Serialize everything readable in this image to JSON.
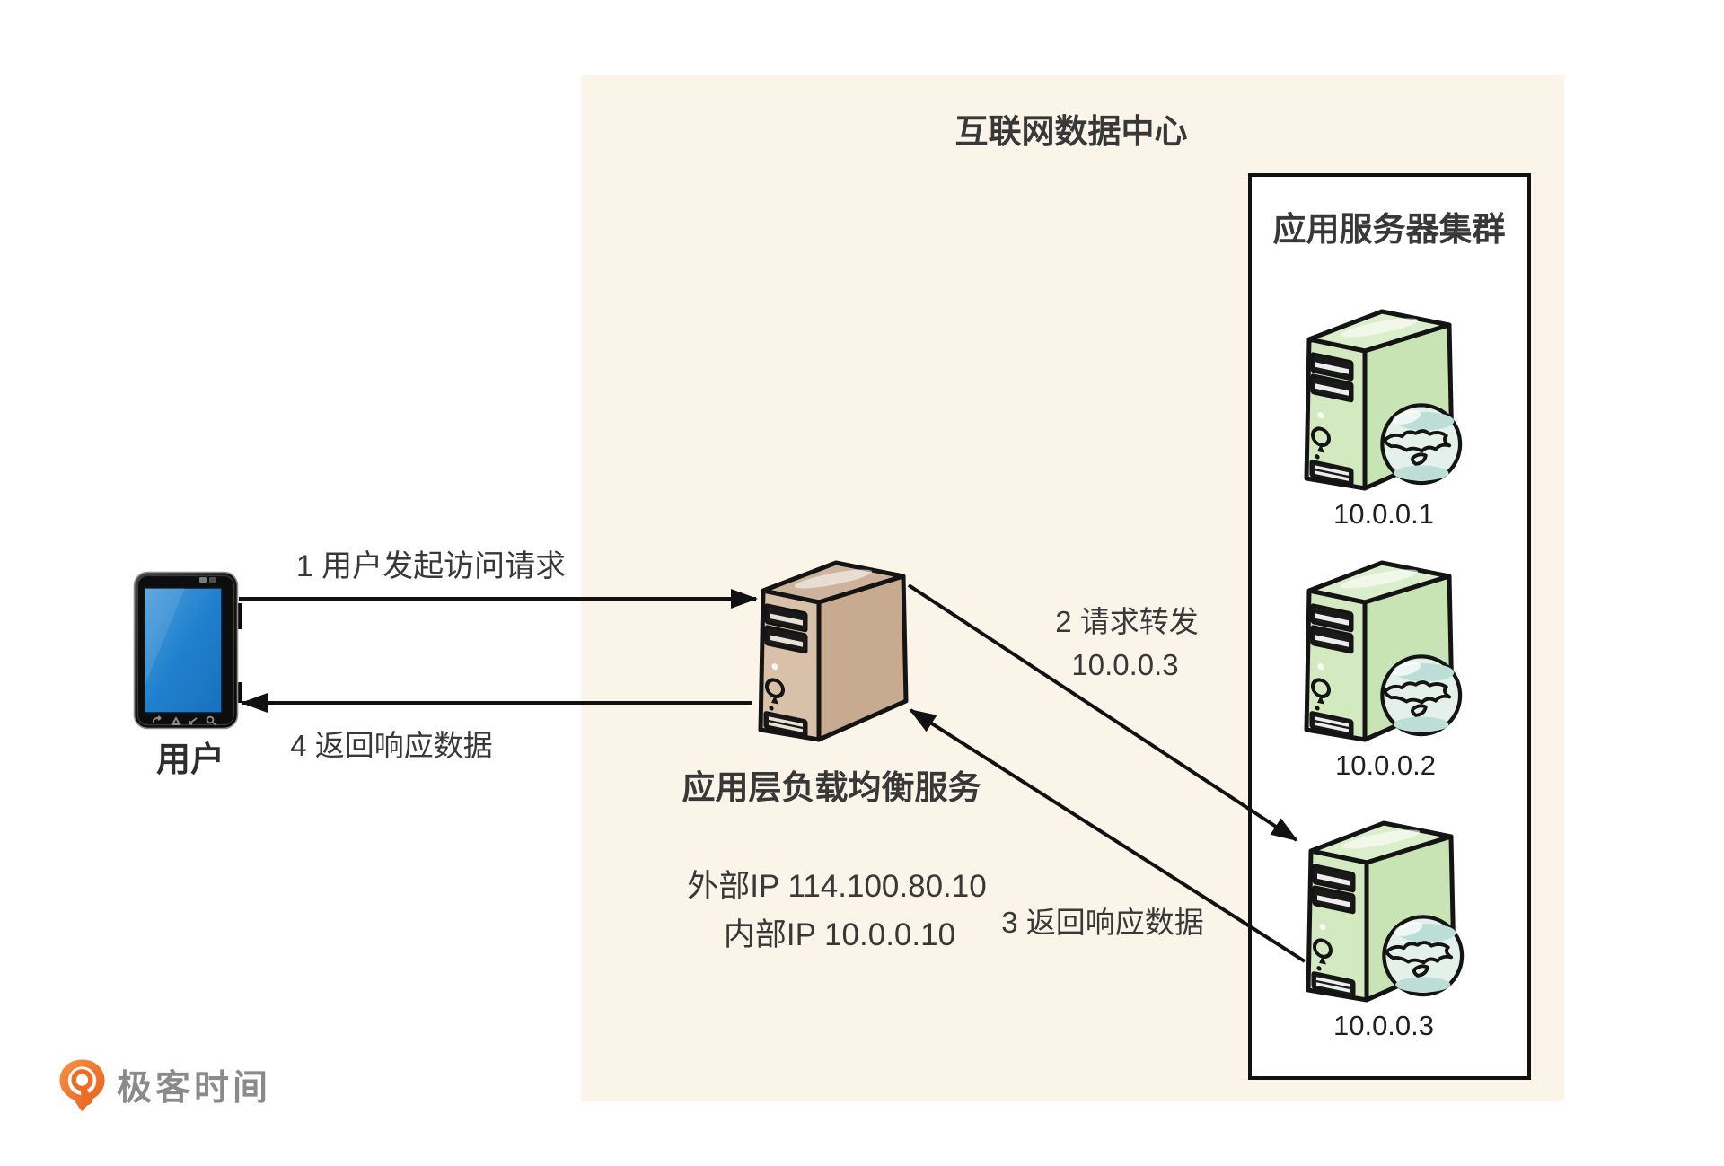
{
  "palette": {
    "page_bg": "#ffffff",
    "datacenter_bg": "#faf5e8",
    "outline": "#141414",
    "text": "#383838",
    "lb_front": "#d9c0a9",
    "lb_side": "#c7aa90",
    "lb_top": "#cdb39b",
    "app_front": "#d3eac1",
    "app_side": "#c8e4b4",
    "app_top": "#dbeecb",
    "globe_fill": "#e4f1ea",
    "globe_shade": "#bdded6",
    "tablet_screen_blue": "#2080ce",
    "logo_orange": "#ed6c26",
    "logo_text_gray": "#8a8a8a"
  },
  "datacenter": {
    "title": "互联网数据中心"
  },
  "cluster": {
    "title": "应用服务器集群",
    "servers": [
      {
        "ip": "10.0.0.1"
      },
      {
        "ip": "10.0.0.2"
      },
      {
        "ip": "10.0.0.3"
      }
    ]
  },
  "load_balancer": {
    "name": "应用层负载均衡服务",
    "external_ip_label": "外部IP 114.100.80.10",
    "internal_ip_label": "内部IP 10.0.0.10"
  },
  "user": {
    "label": "用户"
  },
  "flows": {
    "request": {
      "label": "1 用户发起访问请求"
    },
    "forward": {
      "label": "2 请求转发",
      "target_ip": "10.0.0.3"
    },
    "return_from_server": {
      "label": "3 返回响应数据"
    },
    "return_to_user": {
      "label": "4 返回响应数据"
    }
  },
  "logo": {
    "text": "极客时间"
  }
}
